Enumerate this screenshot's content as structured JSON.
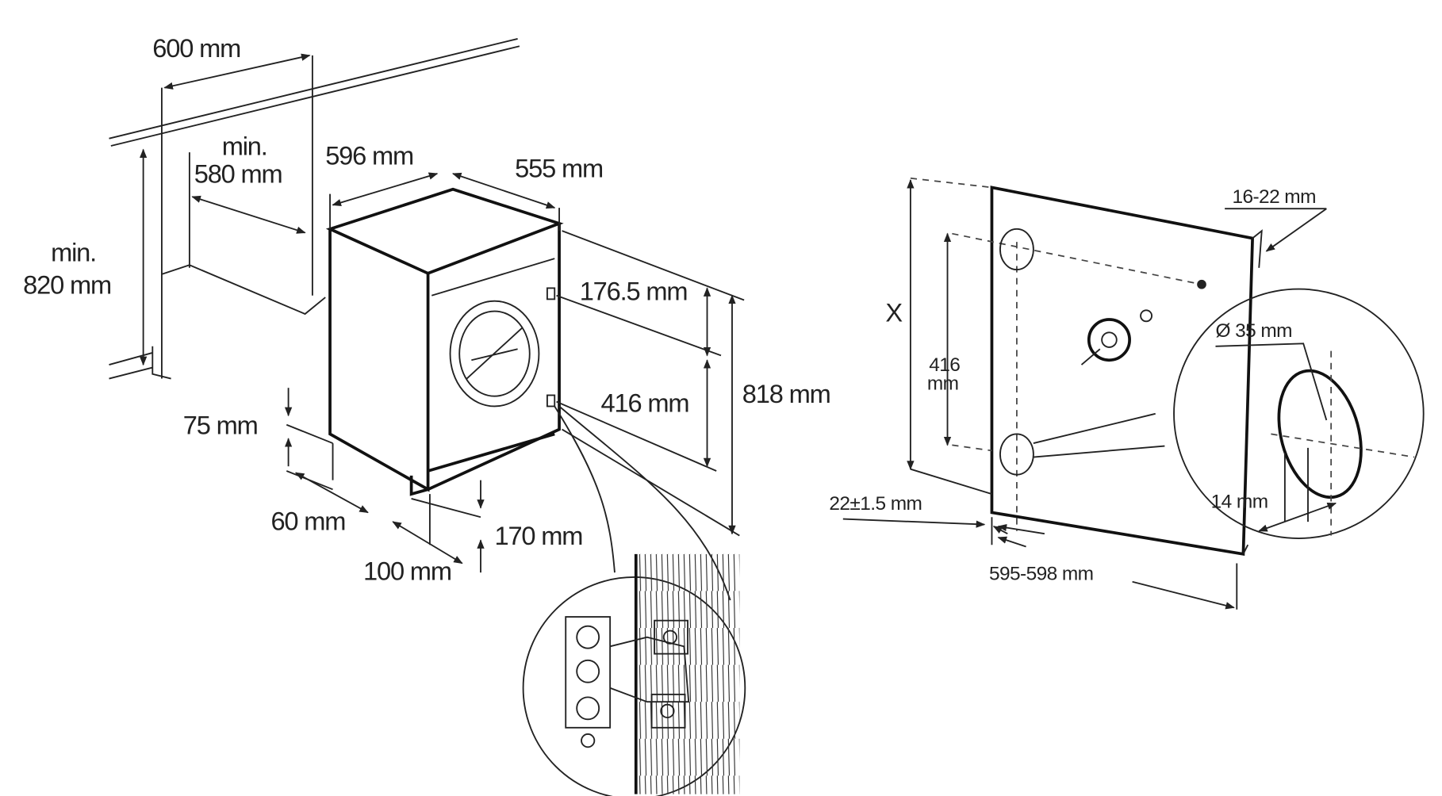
{
  "left_diagram": {
    "niche_width": "600 mm",
    "niche_depth_min": "min.",
    "niche_depth": "580 mm",
    "niche_height_min": "min.",
    "niche_height": "820 mm",
    "appliance_width": "596 mm",
    "appliance_depth": "555 mm",
    "hinge_top_offset": "176.5 mm",
    "hinge_spacing": "416 mm",
    "appliance_height": "818 mm",
    "plinth_height": "75 mm",
    "plinth_recess": "60 mm",
    "foot_height": "170 mm",
    "foot_depth": "100 mm"
  },
  "right_diagram": {
    "door_height": "X",
    "hinge_spacing_line1": "416",
    "hinge_spacing_line2": "mm",
    "door_thickness": "16-22 mm",
    "hole_diameter": "Ø 35 mm",
    "hole_edge_offset": "14 mm",
    "side_offset": "22±1.5 mm",
    "door_width": "595-598 mm"
  }
}
